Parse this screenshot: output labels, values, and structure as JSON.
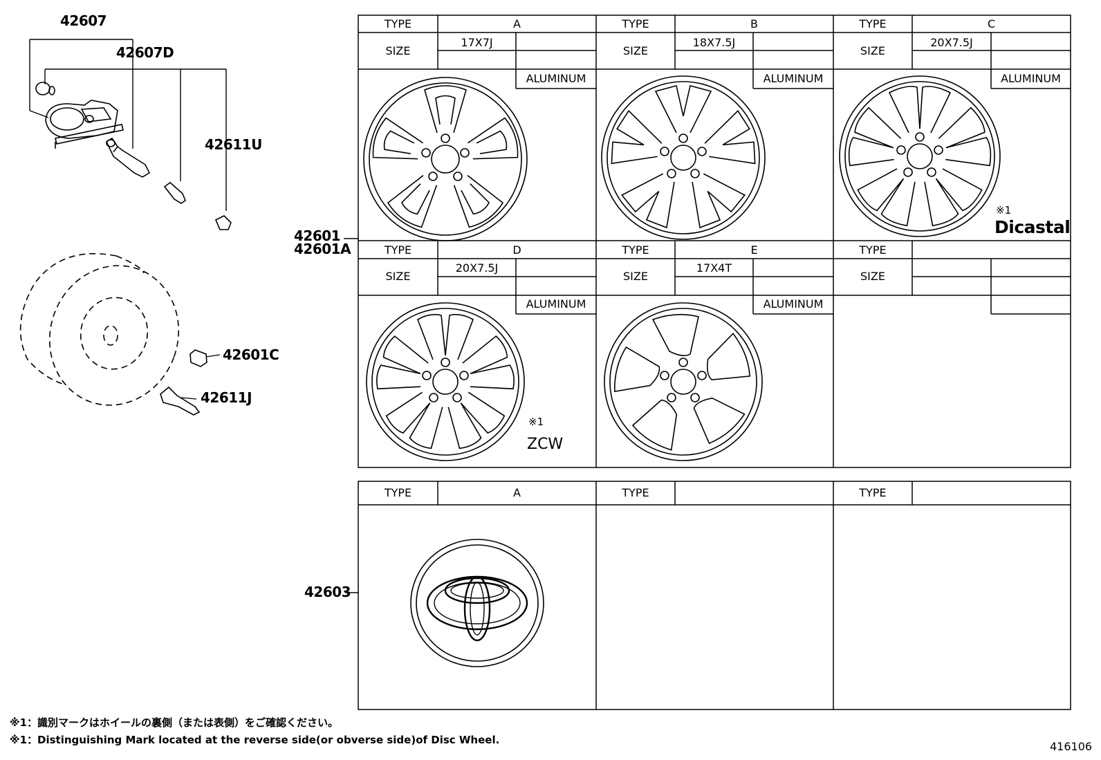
{
  "left_parts": {
    "p42607": "42607",
    "p42607d": "42607D",
    "p42611u": "42611U",
    "p42601c": "42601C",
    "p42611j": "42611J"
  },
  "row_labels": {
    "wheel_1": "42601",
    "wheel_2": "42601A",
    "cap": "42603"
  },
  "headers": {
    "type": "TYPE",
    "size": "SIZE"
  },
  "wheels": [
    {
      "type": "A",
      "size": "17X7J",
      "material": "ALUMINUM"
    },
    {
      "type": "B",
      "size": "18X7.5J",
      "material": "ALUMINUM"
    },
    {
      "type": "C",
      "size": "20X7.5J",
      "material": "ALUMINUM",
      "mark_note": "※1",
      "mark": "Dicastal"
    },
    {
      "type": "D",
      "size": "20X7.5J",
      "material": "ALUMINUM",
      "mark_note": "※1",
      "mark": "ZCW"
    },
    {
      "type": "E",
      "size": "17X4T",
      "material": "ALUMINUM"
    }
  ],
  "caps": [
    {
      "type": "A"
    }
  ],
  "footnotes": {
    "jp": "※1：識別マークはホイールの裏側（または表側）をご確認ください。",
    "en": "※1：Distinguishing Mark located at the reverse side(or obverse side)of Disc Wheel."
  },
  "diagram_id": "416106"
}
